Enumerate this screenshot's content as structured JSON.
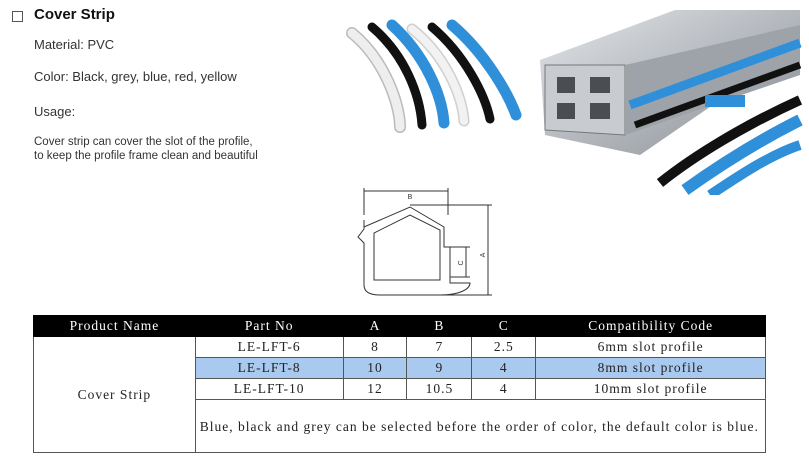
{
  "header": {
    "title": "Cover Strip",
    "material": "Material: PVC",
    "color": "Color: Black, grey, blue, red, yellow",
    "usage_label": "Usage:",
    "usage_text_line1": "Cover strip can cover the slot of the profile,",
    "usage_text_line2": "to keep the profile frame clean and beautiful"
  },
  "diagram": {
    "label_b": "B",
    "label_a": "A",
    "label_c": "C"
  },
  "table": {
    "headers": [
      "Product Name",
      "Part No",
      "A",
      "B",
      "C",
      "Compatibility Code"
    ],
    "product_name": "Cover Strip",
    "rows": [
      {
        "part": "LE-LFT-6",
        "a": "8",
        "b": "7",
        "c": "2.5",
        "code": "6mm slot profile"
      },
      {
        "part": "LE-LFT-8",
        "a": "10",
        "b": "9",
        "c": "4",
        "code": "8mm slot profile"
      },
      {
        "part": "LE-LFT-10",
        "a": "12",
        "b": "10.5",
        "c": "4",
        "code": "10mm slot profile"
      }
    ],
    "note": "Blue, black and grey can be selected before the order of color, the default color is blue."
  },
  "colors": {
    "blue": "#2f8fd8",
    "black": "#111111",
    "grey": "#e6e6e6",
    "highlight": "#a9c9ee"
  }
}
